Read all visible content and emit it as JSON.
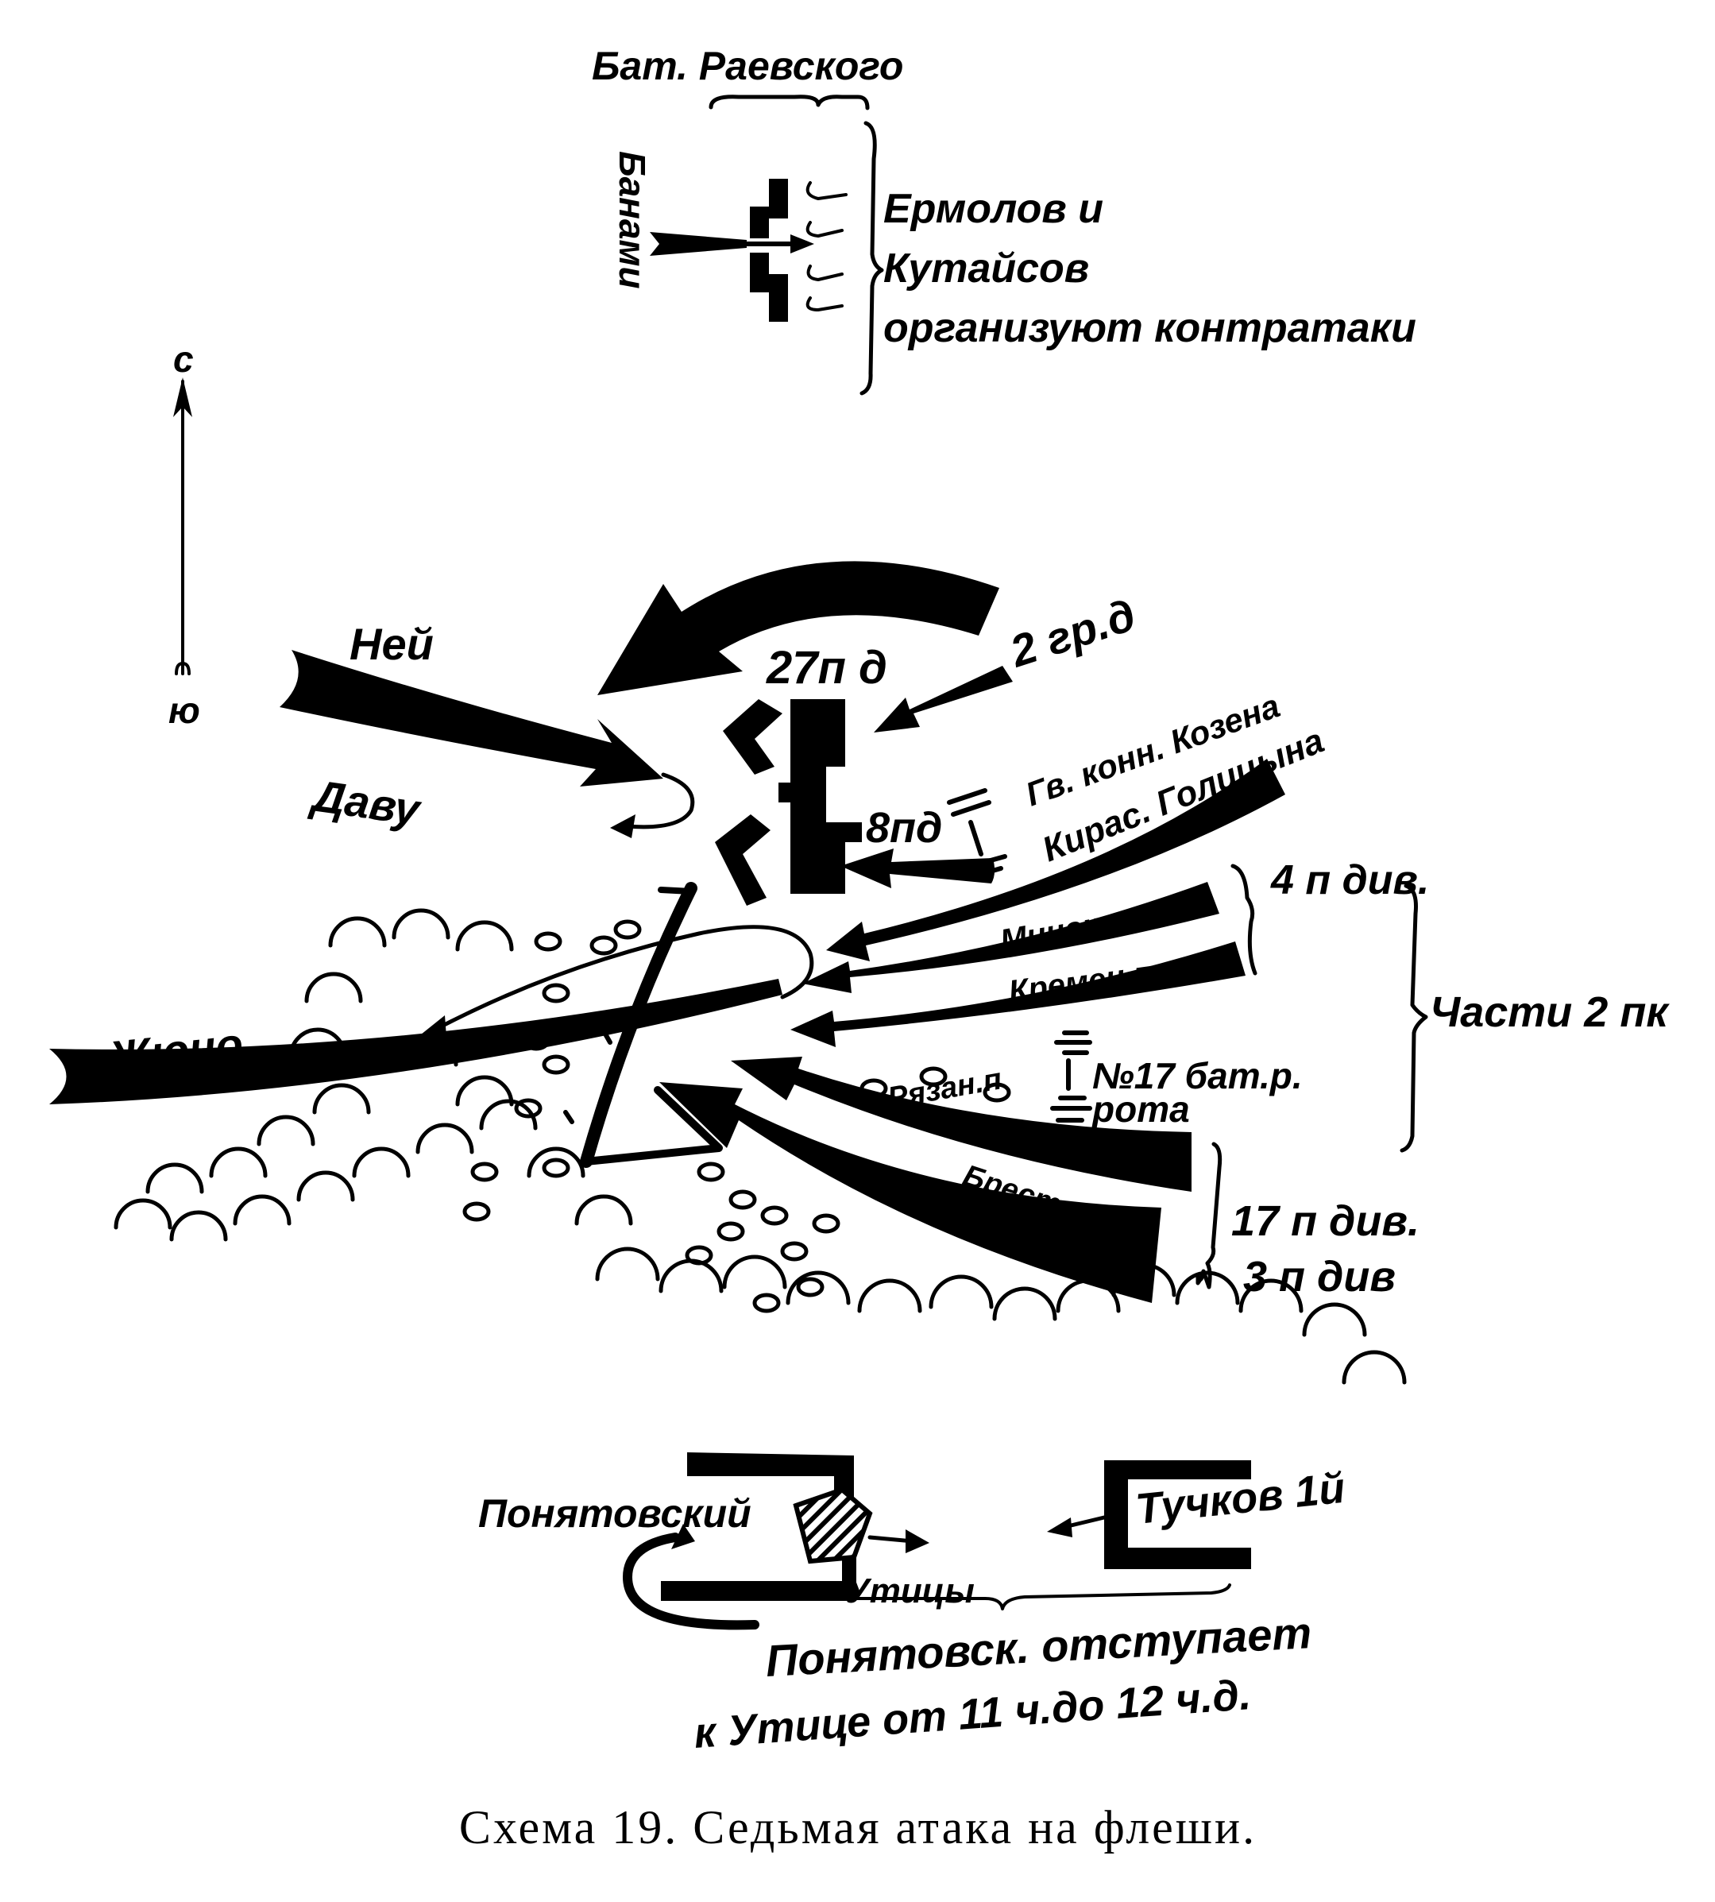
{
  "labels": {
    "raevsky": "Бат. Раевского",
    "banami": "Банами",
    "ermolov_1": "Ермолов и",
    "ermolov_2": "Кутайсов",
    "ermolov_3": "организуют контратаки",
    "north": "с",
    "south": "ю",
    "ney": "Ней",
    "davout": "Даву",
    "junot": "Жюно",
    "div27": "27п д",
    "gren2": "2 гр.д",
    "div8": "8пд",
    "kozen": "Гв. конн. Козена",
    "golitsyn": "Кирас. Голицына",
    "div4": "4 п див.",
    "minsk": "Минск.п",
    "kremen": "Кремен.п",
    "corps2": "Части 2 пк",
    "battery_1": "№17 бат.р.",
    "battery_2": "рота",
    "ryazan": "Рязан.п",
    "brest": "Брестск.п",
    "div17": "17 п див.",
    "div3": "3 п див",
    "poniatowski": "Понятовский",
    "utitsy": "Утицы",
    "tuchkov": "Тучков 1й",
    "retreat_1": "Понятовск. отступает",
    "retreat_2": "к Утице  от 11 ч.до 12 ч.д."
  },
  "caption": "Схема 19.  Седьмая атака на флеши."
}
